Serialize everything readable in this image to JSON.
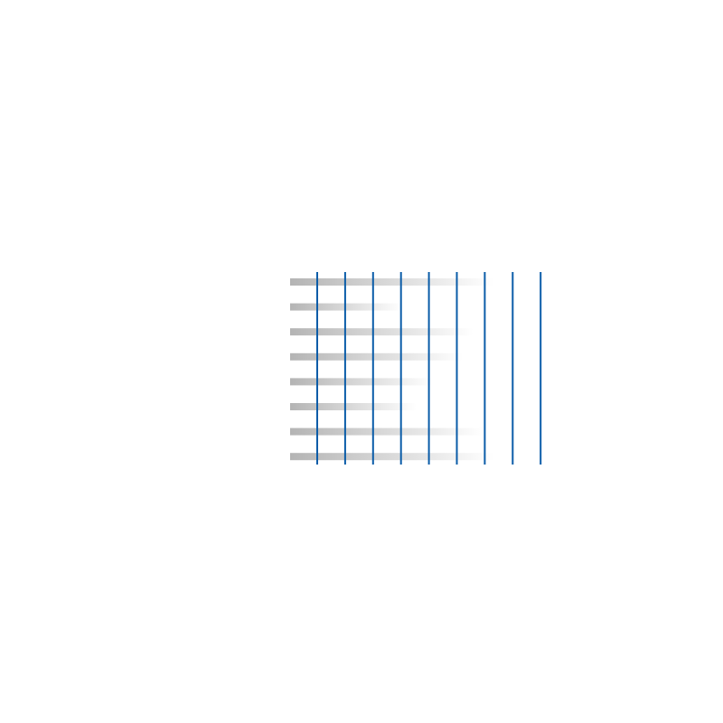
{
  "colors": {
    "line": "#0a5ca8",
    "bar_start": "#b4b4b4",
    "background": "#ffffff"
  },
  "bars": [
    {
      "fade_extent": 1.0
    },
    {
      "fade_extent": 0.55
    },
    {
      "fade_extent": 0.9
    },
    {
      "fade_extent": 0.85
    },
    {
      "fade_extent": 0.7
    },
    {
      "fade_extent": 0.62
    },
    {
      "fade_extent": 0.95
    },
    {
      "fade_extent": 1.0
    }
  ],
  "line_count": 9
}
